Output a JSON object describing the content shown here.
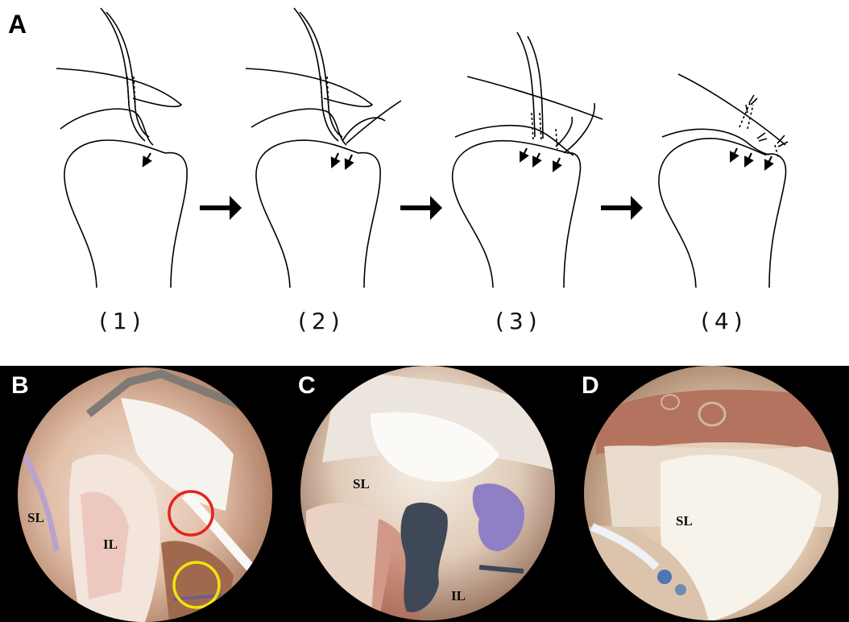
{
  "panel_a": {
    "label": "A",
    "steps": [
      "(1)",
      "(2)",
      "(3)",
      "(4)"
    ]
  },
  "panel_b": {
    "label": "B",
    "annotations": {
      "sl": "SL",
      "il": "IL"
    }
  },
  "panel_c": {
    "label": "C",
    "annotations": {
      "sl": "SL",
      "il": "IL"
    }
  },
  "panel_d": {
    "label": "D",
    "annotations": {
      "sl": "SL"
    }
  },
  "colors": {
    "marker_red": "#e3231d",
    "marker_yellow": "#f1e40c",
    "photo_background": "#000000"
  }
}
